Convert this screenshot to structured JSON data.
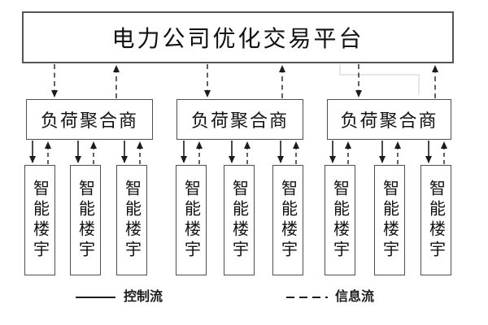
{
  "platform": {
    "label": "电力公司优化交易平台"
  },
  "aggregators": [
    {
      "label": "负荷聚合商"
    },
    {
      "label": "负荷聚合商"
    },
    {
      "label": "负荷聚合商"
    }
  ],
  "buildings": [
    {
      "label": "智能楼宇"
    },
    {
      "label": "智能楼宇"
    },
    {
      "label": "智能楼宇"
    },
    {
      "label": "智能楼宇"
    },
    {
      "label": "智能楼宇"
    },
    {
      "label": "智能楼宇"
    },
    {
      "label": "智能楼宇"
    },
    {
      "label": "智能楼宇"
    },
    {
      "label": "智能楼宇"
    }
  ],
  "legend": {
    "control_label": "控制流",
    "info_label": "信息流"
  },
  "colors": {
    "flow_line": "#1c1c1c",
    "box_border": "#4f4f4f",
    "ghost_connector": "#e6e6e6",
    "background": "#ffffff"
  }
}
